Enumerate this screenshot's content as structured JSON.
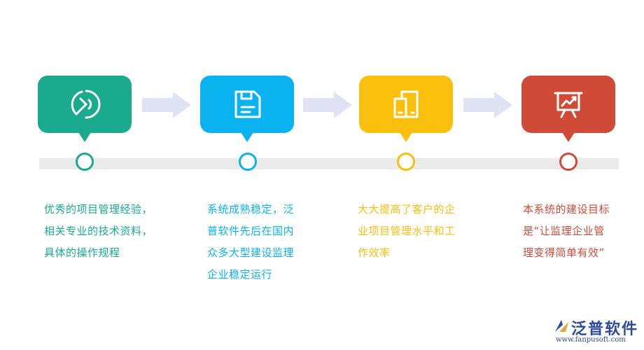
{
  "steps": [
    {
      "text_lines": [
        "优秀的项目管理经验，",
        "相关专业的技术资料，",
        "具体的操作规程"
      ],
      "color": "#1aab8f",
      "icon": "pie-chart-icon"
    },
    {
      "text_lines": [
        "系统成熟稳定，泛",
        "普软件先后在国内",
        "众多大型建设监理",
        "企业稳定运行"
      ],
      "color": "#0ab3ef",
      "icon": "document-icon"
    },
    {
      "text_lines": [
        "大大提高了客户的企",
        "业项目管理水平和工",
        "作效率"
      ],
      "color": "#fbbf0e",
      "icon": "devices-icon"
    },
    {
      "text_lines": [
        "本系统的建设目标",
        "是“让监理企业管",
        "理变得简单有效”"
      ],
      "color": "#cf4b38",
      "icon": "presentation-icon"
    }
  ],
  "arrow_color": "#dfe3f3",
  "brand": {
    "name": "泛普软件",
    "url": "www.fanpusoft.com",
    "color": "#2d4b9c"
  }
}
